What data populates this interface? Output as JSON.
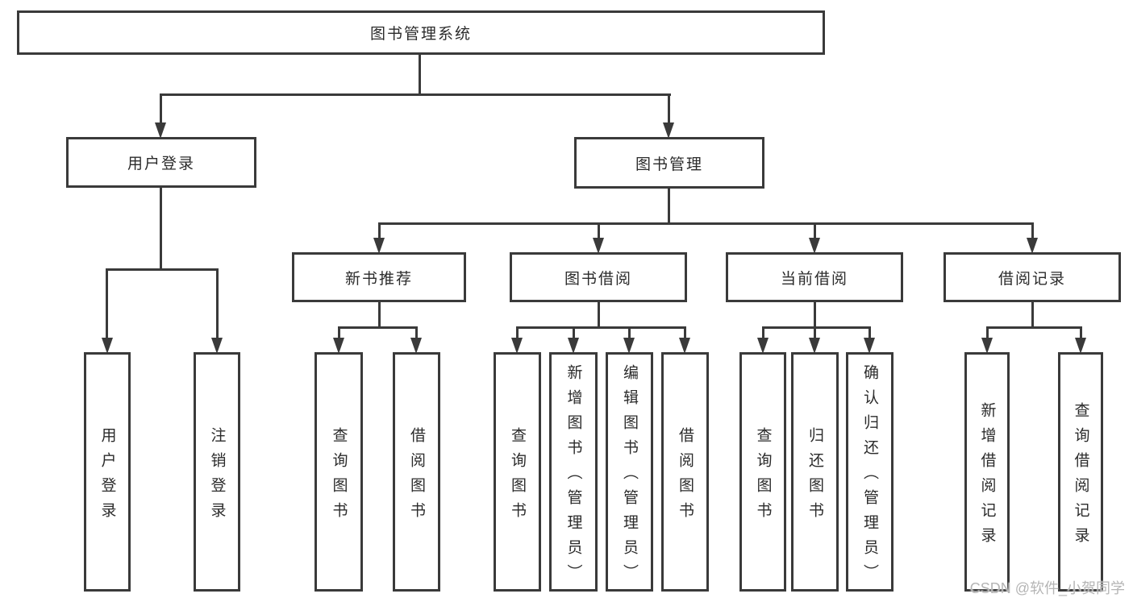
{
  "diagram": {
    "root": {
      "label": "图书管理系统"
    },
    "level2": [
      {
        "label": "用户登录"
      },
      {
        "label": "图书管理"
      }
    ],
    "level3": [
      {
        "label": "新书推荐",
        "parent": "图书管理"
      },
      {
        "label": "图书借阅",
        "parent": "图书管理"
      },
      {
        "label": "当前借阅",
        "parent": "图书管理"
      },
      {
        "label": "借阅记录",
        "parent": "图书管理"
      }
    ],
    "leaves": [
      {
        "label": "用户登录",
        "parent": "用户登录"
      },
      {
        "label": "注销登录",
        "parent": "用户登录"
      },
      {
        "label": "查询图书",
        "parent": "新书推荐"
      },
      {
        "label": "借阅图书",
        "parent": "新书推荐"
      },
      {
        "label": "查询图书",
        "parent": "图书借阅"
      },
      {
        "label": "新增图书（管理员）",
        "parent": "图书借阅"
      },
      {
        "label": "编辑图书（管理员）",
        "parent": "图书借阅"
      },
      {
        "label": "借阅图书",
        "parent": "图书借阅"
      },
      {
        "label": "查询图书",
        "parent": "当前借阅"
      },
      {
        "label": "归还图书",
        "parent": "当前借阅"
      },
      {
        "label": "确认归还（管理员）",
        "parent": "当前借阅"
      },
      {
        "label": "新增借阅记录",
        "parent": "借阅记录"
      },
      {
        "label": "查询借阅记录",
        "parent": "借阅记录"
      }
    ],
    "colors": {
      "line": "#3a3a3a",
      "text": "#2b2b2b",
      "box_background": "#ffffff",
      "page_background": "#ffffff",
      "watermark": "#b5b5b5"
    }
  },
  "watermark": {
    "text": "CSDN @软件_小贺同学"
  }
}
